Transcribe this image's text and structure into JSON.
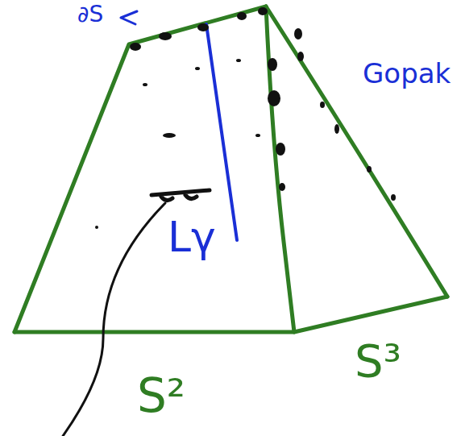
{
  "diagram": {
    "labels": [
      "∂S",
      "Gopak",
      "Lγ",
      "S²",
      "S³"
    ]
  }
}
